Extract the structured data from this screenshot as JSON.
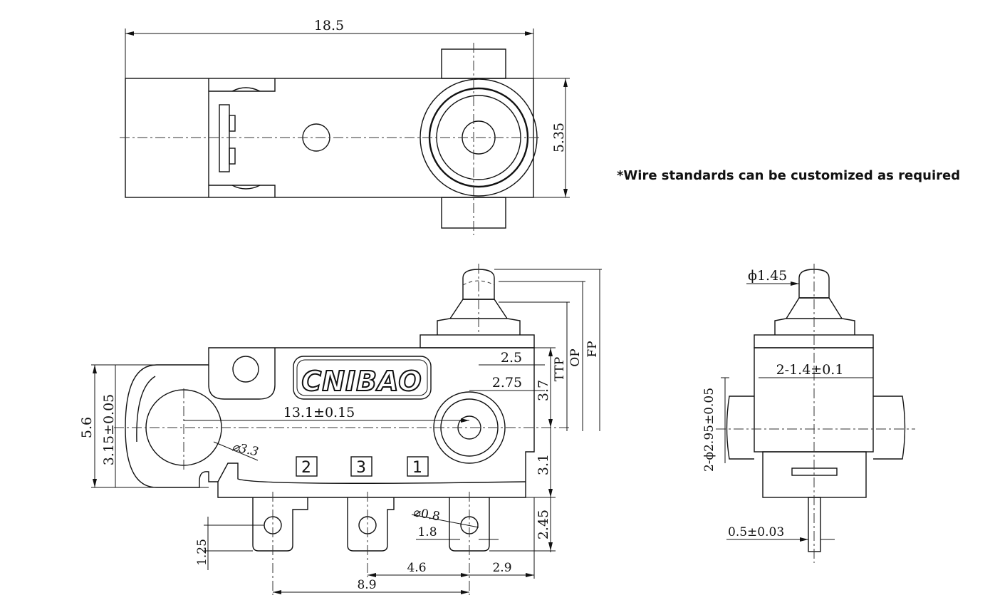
{
  "note": "*Wire standards can be customized as required",
  "logo": "CNIBAO",
  "terminals": [
    "2",
    "3",
    "1"
  ],
  "top_view": {
    "length": "18.5",
    "height": "5.35"
  },
  "front_view": {
    "plunger_offset": "2.5",
    "hole_offset": "2.75",
    "hole_spacing": "13.1±0.15",
    "mount_hole_dia": "⌀3.3",
    "body_height": "5.6",
    "mount_hole_pos": "3.15±0.05",
    "upper_height": "3.7",
    "lower_height": "3.1",
    "terminal_length": "2.45",
    "terminal_hole_dia": "⌀0.8",
    "terminal_hole_pos": "1.8",
    "terminal_tip": "1.25",
    "pitch_1": "4.6",
    "edge_offset": "2.9",
    "pitch_2": "8.9",
    "ttp": "TTP",
    "op": "OP",
    "fp": "FP"
  },
  "side_view": {
    "plunger_dia": "ϕ1.45",
    "terminal_width": "2-1.4±0.1",
    "boss_dia": "2-ϕ2.95±0.05",
    "wire_thickness": "0.5±0.03"
  }
}
